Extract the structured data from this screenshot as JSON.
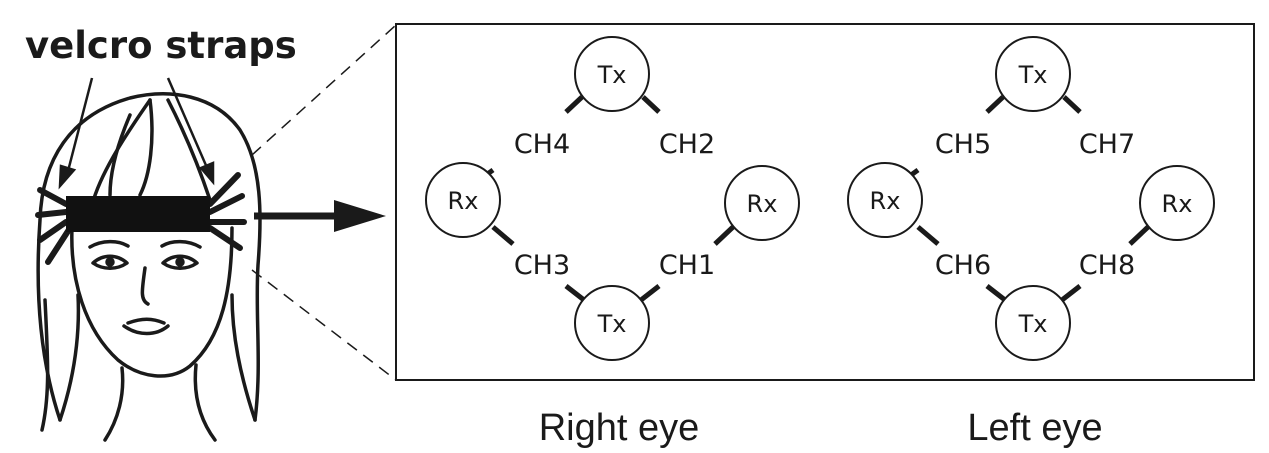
{
  "header": {
    "label": "velcro straps"
  },
  "panels": [
    {
      "caption": "Right eye",
      "tx_top": "Tx",
      "tx_bottom": "Tx",
      "rx_left": "Rx",
      "rx_right": "Rx",
      "ch_upper_left": "CH4",
      "ch_upper_right": "CH2",
      "ch_lower_left": "CH3",
      "ch_lower_right": "CH1"
    },
    {
      "caption": "Left eye",
      "tx_top": "Tx",
      "tx_bottom": "Tx",
      "rx_left": "Rx",
      "rx_right": "Rx",
      "ch_upper_left": "CH5",
      "ch_upper_right": "CH7",
      "ch_lower_left": "CH6",
      "ch_lower_right": "CH8"
    }
  ]
}
